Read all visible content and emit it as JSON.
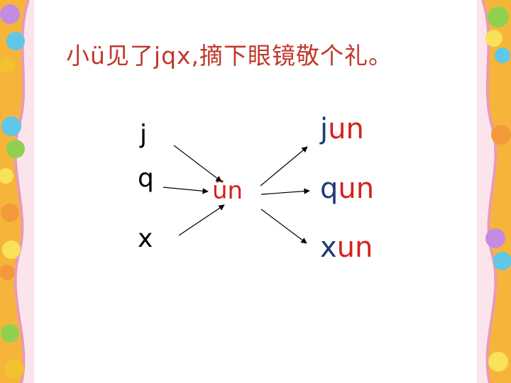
{
  "title": "小ü见了jqx,摘下眼镜敬个礼。",
  "initials": [
    "j",
    "q",
    "x"
  ],
  "center_final": "ün",
  "results": [
    {
      "initial": "j",
      "final": "un"
    },
    {
      "initial": "q",
      "final": "un"
    },
    {
      "initial": "x",
      "final": "un"
    }
  ],
  "colors": {
    "title": "#c0392b",
    "final": "#d4221c",
    "result_initial": "#1f3c73",
    "border": "#f5b335"
  }
}
